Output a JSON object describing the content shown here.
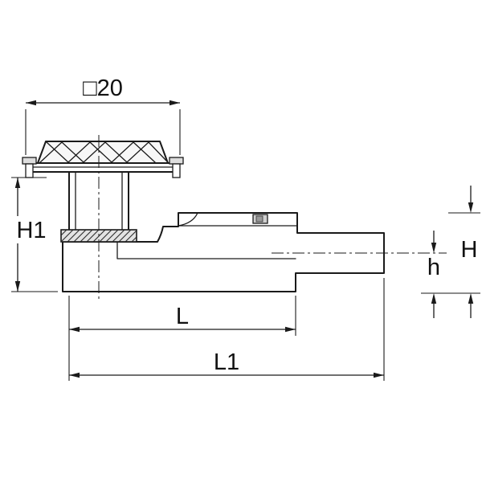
{
  "drawing": {
    "type": "technical-dimension-drawing",
    "subject": "floor drain with trap, side elevation",
    "labels": {
      "top_width": "□20",
      "h1": "H1",
      "H": "H",
      "h": "h",
      "L": "L",
      "L1": "L1"
    },
    "colors": {
      "line": "#1a1a1a",
      "background": "#ffffff",
      "component_fill": "#cfcfcf",
      "collar_fill": "#e3e3e3"
    }
  }
}
